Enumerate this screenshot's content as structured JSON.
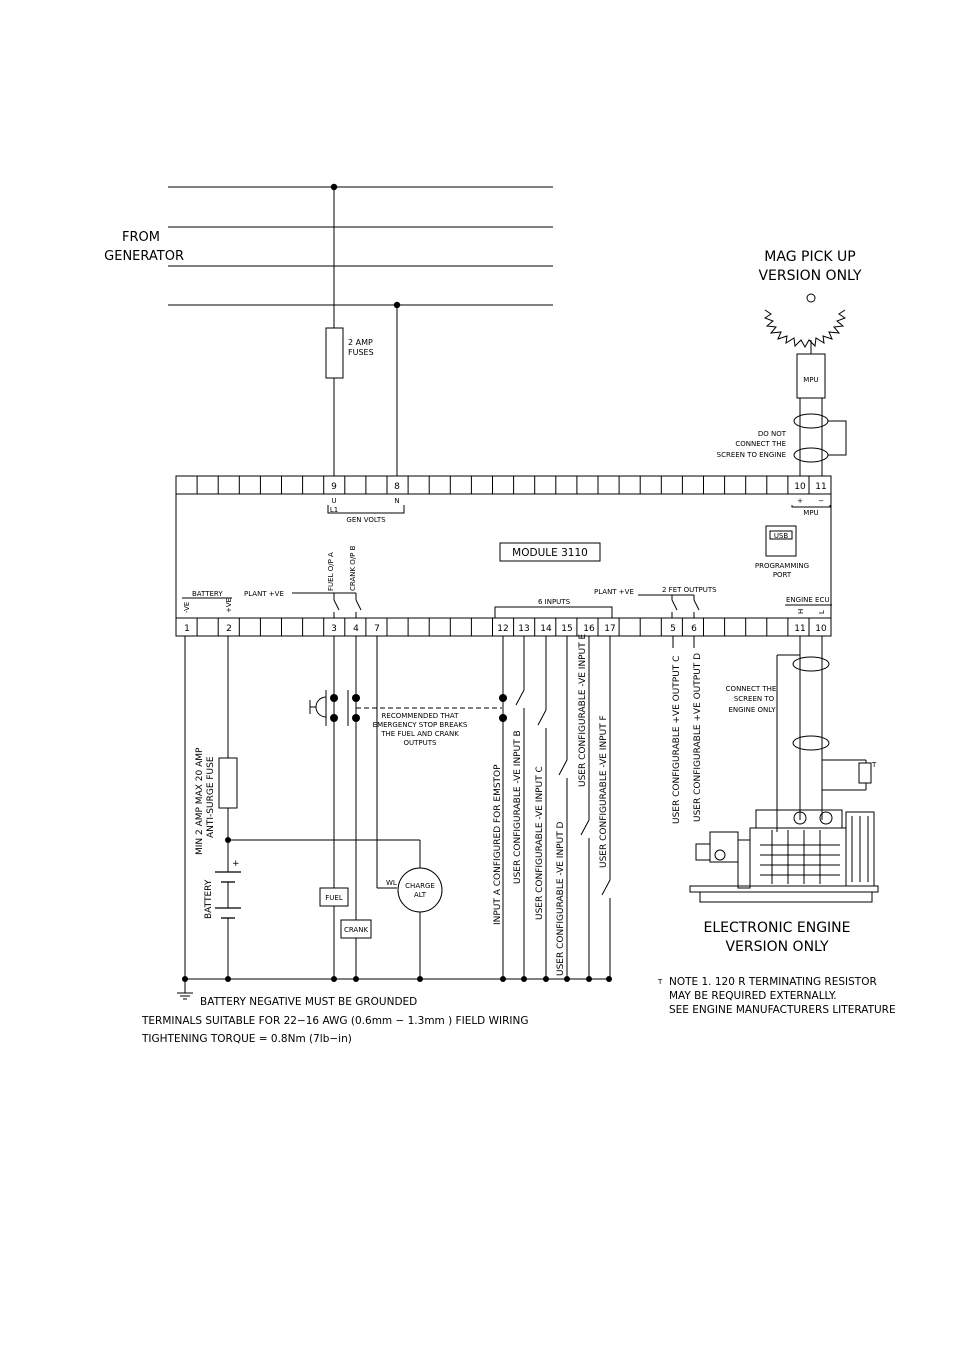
{
  "generator": {
    "label_line1": "FROM",
    "label_line2": "GENERATOR",
    "fuse_line1": "2 AMP",
    "fuse_line2": "FUSES"
  },
  "mag_pickup": {
    "title_line1": "MAG PICK UP",
    "title_line2": "VERSION ONLY",
    "mpu_label": "MPU",
    "screen_note_line1": "DO NOT",
    "screen_note_line2": "CONNECT THE",
    "screen_note_line3": "SCREEN TO ENGINE"
  },
  "module": {
    "name": "MODULE 3110",
    "usb_label": "USB",
    "programming_port_line1": "PROGRAMMING",
    "programming_port_line2": "PORT",
    "top_terminals": [
      {
        "num": "9",
        "sub": "U",
        "sub2": "L1"
      },
      {
        "num": "8",
        "sub": "N",
        "sub2": ""
      },
      {
        "num": "10",
        "sub": "+",
        "sub2": ""
      },
      {
        "num": "11",
        "sub": "−",
        "sub2": ""
      }
    ],
    "gen_volts_label": "GEN VOLTS",
    "mpu_bracket_label": "MPU",
    "bottom_terminals": [
      "1",
      "2",
      "3",
      "4",
      "7",
      "12",
      "13",
      "14",
      "15",
      "16",
      "17",
      "5",
      "6",
      "11",
      "10"
    ],
    "battery_label": "BATTERY",
    "battery_neg": "-VE",
    "battery_pos": "+VE",
    "plant_ve_left": "PLANT +VE",
    "fuel_op": "FUEL O/P A",
    "crank_op": "CRANK O/P B",
    "inputs_label": "6 INPUTS",
    "plant_ve_right": "PLANT +VE",
    "fet_outputs_label": "2 FET OUTPUTS",
    "engine_ecu_label": "ENGINE ECU",
    "ecu_h": "H",
    "ecu_l": "L"
  },
  "wiring": {
    "fuse_note_line1": "MIN 2 AMP MAX 20 AMP",
    "fuse_note_line2": "ANTI-SURGE FUSE",
    "battery_label": "BATTERY",
    "fuel_box": "FUEL",
    "crank_box": "CRANK",
    "wl_label": "WL",
    "charge_alt_line1": "CHARGE",
    "charge_alt_line2": "ALT",
    "estop_note_line1": "RECOMMENDED THAT",
    "estop_note_line2": "EMERGENCY STOP BREAKS",
    "estop_note_line3": "THE FUEL AND CRANK",
    "estop_note_line4": "OUTPUTS",
    "input_a": "INPUT A CONFIGURED FOR EMSTOP",
    "input_b": "USER CONFIGURABLE -VE INPUT B",
    "input_c": "USER CONFIGURABLE -VE INPUT C",
    "input_d": "USER CONFIGURABLE -VE INPUT D",
    "input_e": "USER CONFIGURABLE -VE INPUT E",
    "input_f": "USER CONFIGURABLE -VE INPUT F",
    "output_c": "USER CONFIGURABLE +VE OUTPUT C",
    "output_d": "USER CONFIGURABLE +VE OUTPUT D",
    "ecu_note_line1": "CONNECT THE",
    "ecu_note_line2": "SCREEN TO",
    "ecu_note_line3": "ENGINE ONLY",
    "engine_line1": "ELECTRONIC ENGINE",
    "engine_line2": "VERSION ONLY",
    "note_mark": "T",
    "resistor_note_line1": "NOTE 1. 120 R TERMINATING RESISTOR",
    "resistor_note_line2": "MAY BE REQUIRED EXTERNALLY.",
    "resistor_note_line3": "SEE ENGINE MANUFACTURERS LITERATURE",
    "ground_note": "BATTERY NEGATIVE MUST BE GROUNDED",
    "terminals_note": "TERMINALS SUITABLE FOR 22−16 AWG (0.6mm − 1.3mm ) FIELD WIRING",
    "torque_note": "TIGHTENING TORQUE = 0.8Nm (7lb−in)"
  }
}
